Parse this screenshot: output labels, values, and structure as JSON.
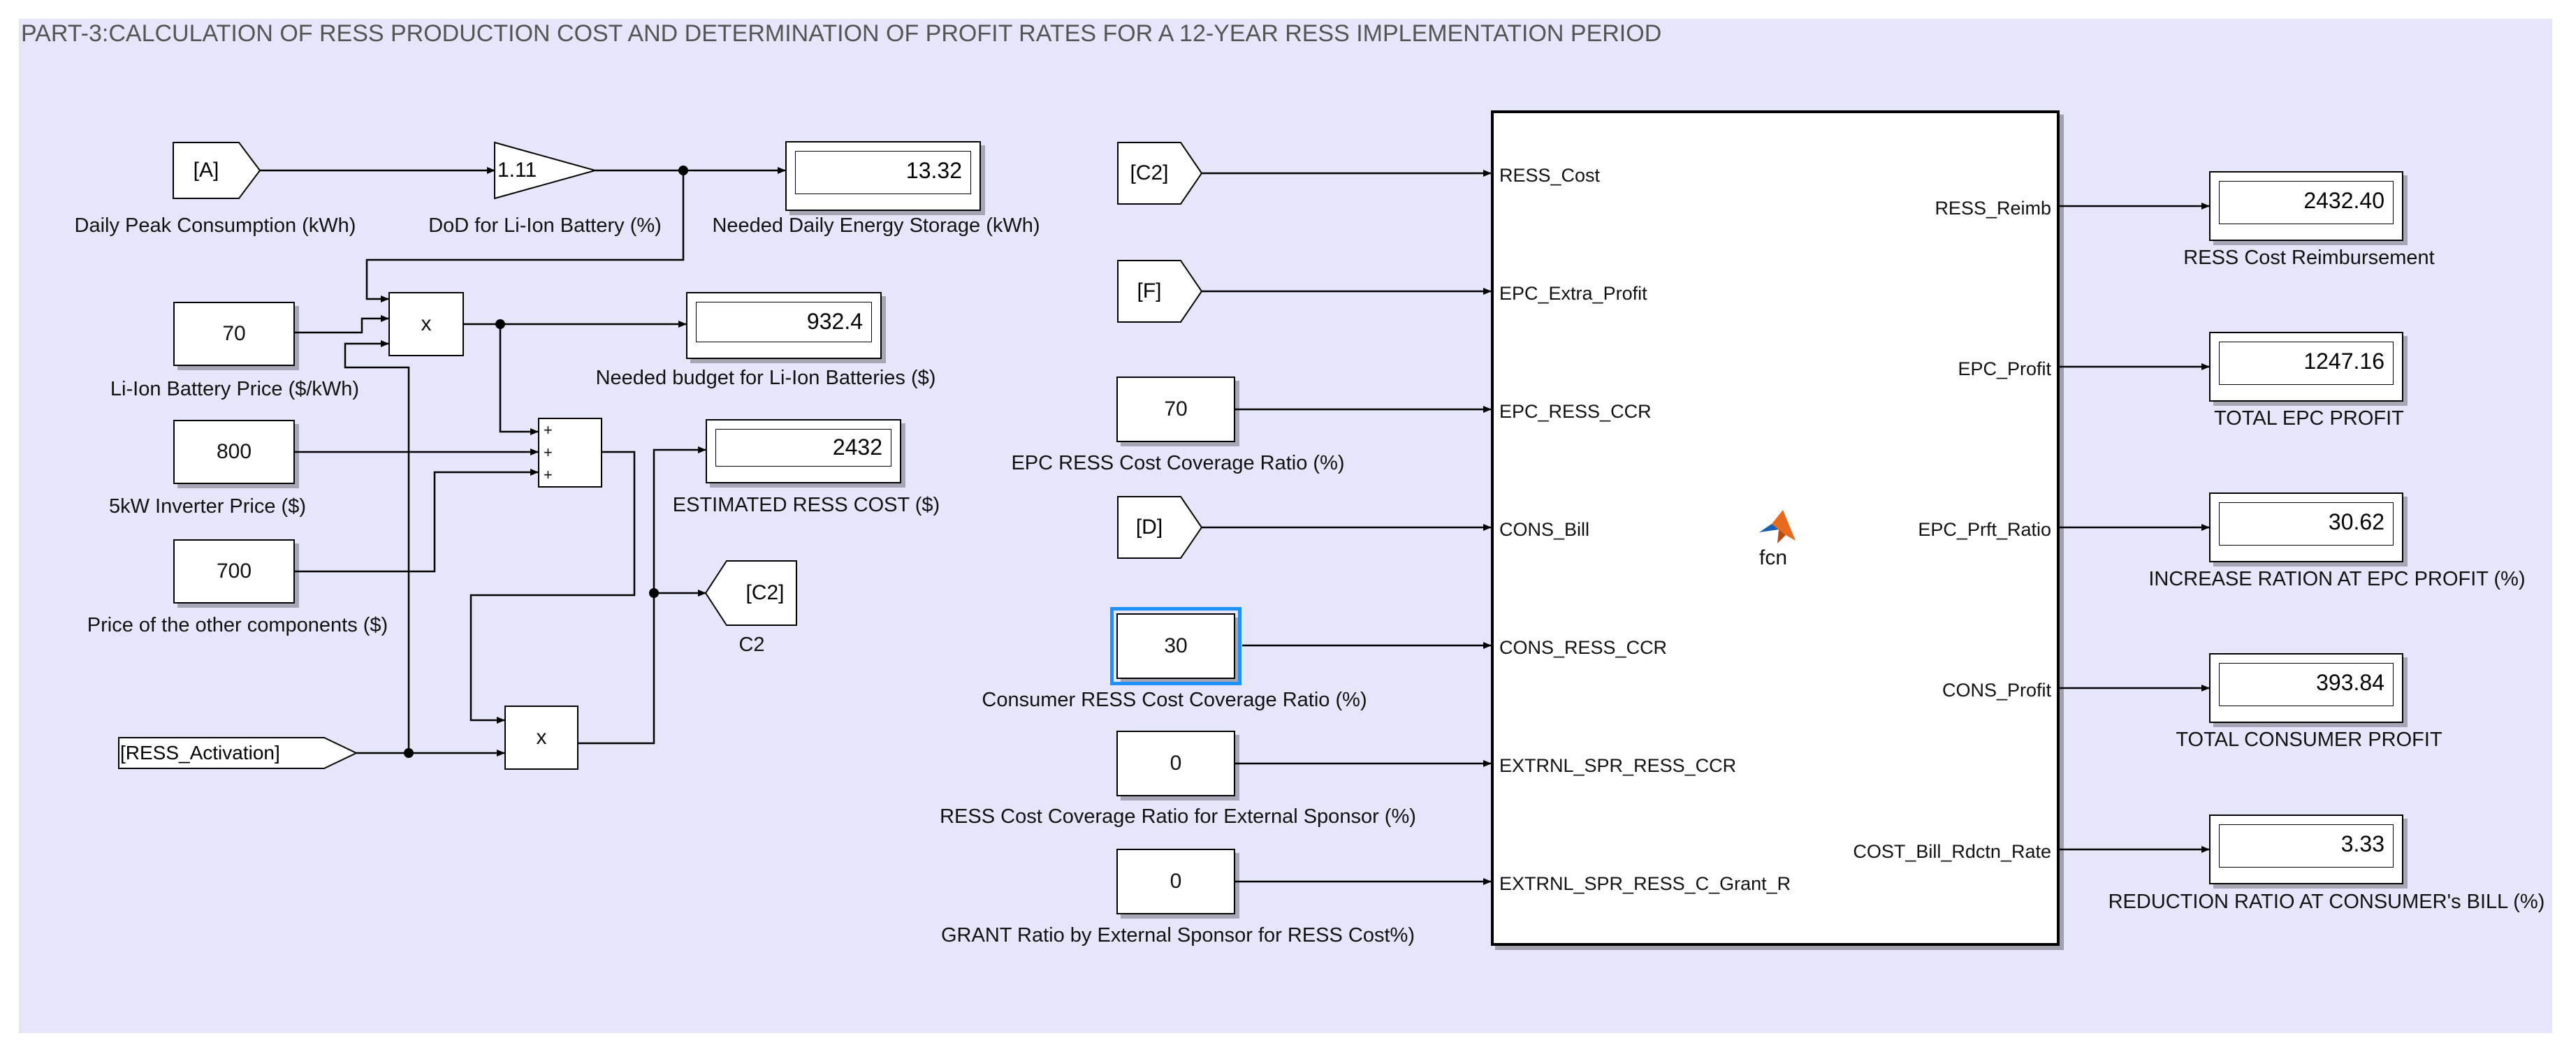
{
  "title": "PART-3:CALCULATION OF RESS PRODUCTION COST AND DETERMINATION OF PROFIT RATES FOR A 12-YEAR RESS IMPLEMENTATION PERIOD",
  "colors": {
    "background": "#e6e6fa",
    "frame": "#ffffff",
    "selection": "#1e90ff",
    "matlab_orange": "#e86a1c",
    "matlab_blue": "#1a5fb4"
  },
  "left": {
    "from_a": {
      "tag": "[A]",
      "label": "Daily Peak Consumption (kWh)"
    },
    "gain": {
      "value": "1.11",
      "label": "DoD for Li-Ion Battery (%)"
    },
    "energy_display": {
      "value": "13.32",
      "label": "Needed Daily Energy Storage (kWh)"
    },
    "battery_price": {
      "value": "70",
      "label": "Li-Ion Battery  Price  ($/kWh)"
    },
    "product_1": {
      "symbol": "x"
    },
    "budget_display": {
      "value": "932.4",
      "label": "Needed budget for Li-Ion Batteries ($)"
    },
    "inverter_price": {
      "value": "800",
      "label": "5kW Inverter Price ($)"
    },
    "sum": {
      "signs": [
        "+",
        "+",
        "+"
      ]
    },
    "cost_display": {
      "value": "2432",
      "label": "ESTIMATED RESS COST ($)"
    },
    "other_price": {
      "value": "700",
      "label": "Price of the other components ($)"
    },
    "goto_c2": {
      "tag": "[C2]",
      "label": "C2"
    },
    "ress_activation": {
      "tag": "[RESS_Activation]"
    },
    "product_2": {
      "symbol": "x"
    }
  },
  "inputs": {
    "c2": {
      "tag": "[C2]"
    },
    "f": {
      "tag": "[F]"
    },
    "epc_ccr": {
      "value": "70",
      "label": "EPC RESS Cost Coverage Ratio (%)"
    },
    "d": {
      "tag": "[D]"
    },
    "cons_ccr": {
      "value": "30",
      "label": "Consumer RESS Cost Coverage Ratio (%)"
    },
    "ext_ccr": {
      "value": "0",
      "label": "RESS Cost Coverage Ratio for External Sponsor (%)"
    },
    "grant": {
      "value": "0",
      "label": "GRANT Ratio  by External Sponsor for RESS Cost%)"
    }
  },
  "fcn": {
    "name": "fcn",
    "icon": "matlab-logo-icon",
    "in_ports": [
      "RESS_Cost",
      "EPC_Extra_Profit",
      "EPC_RESS_CCR",
      "CONS_Bill",
      "CONS_RESS_CCR",
      "EXTRNL_SPR_RESS_CCR",
      "EXTRNL_SPR_RESS_C_Grant_R"
    ],
    "out_ports": [
      "RESS_Reimb",
      "EPC_Profit",
      "EPC_Prft_Ratio",
      "CONS_Profit",
      "COST_Bill_Rdctn_Rate"
    ]
  },
  "outputs": [
    {
      "value": "2432.40",
      "label": "RESS Cost  Reimbursement"
    },
    {
      "value": "1247.16",
      "label": "TOTAL EPC PROFIT"
    },
    {
      "value": "30.62",
      "label": "INCREASE RATION AT EPC PROFIT (%)"
    },
    {
      "value": "393.84",
      "label": "TOTAL CONSUMER PROFIT"
    },
    {
      "value": "3.33",
      "label": "REDUCTION RATIO AT CONSUMER's BILL (%)"
    }
  ]
}
